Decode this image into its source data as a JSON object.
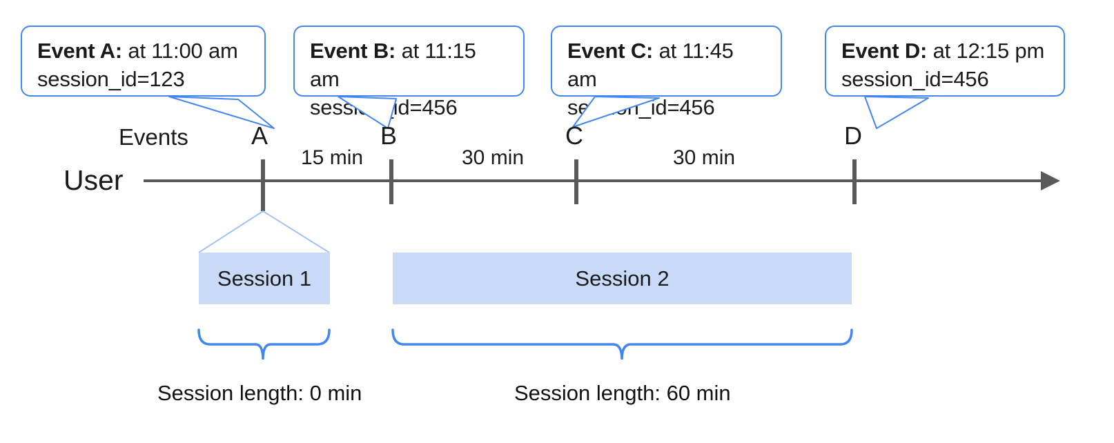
{
  "diagram": {
    "title_axis_label": "User",
    "events_row_label": "Events",
    "axis_arrow": "right-arrow"
  },
  "callouts": [
    {
      "id": "A",
      "bold": "Event A:",
      "time": " at 11:00 am",
      "session": "session_id=123"
    },
    {
      "id": "B",
      "bold": "Event B:",
      "time": " at 11:15 am",
      "session": "session_id=456"
    },
    {
      "id": "C",
      "bold": "Event C:",
      "time": " at 11:45 am",
      "session": "session_id=456"
    },
    {
      "id": "D",
      "bold": "Event D:",
      "time": " at 12:15 pm",
      "session": "session_id=456"
    }
  ],
  "event_markers": [
    {
      "label": "A"
    },
    {
      "label": "B"
    },
    {
      "label": "C"
    },
    {
      "label": "D"
    }
  ],
  "gaps": [
    {
      "label": "15 min"
    },
    {
      "label": "30 min"
    },
    {
      "label": "30 min"
    }
  ],
  "sessions": [
    {
      "label": "Session 1",
      "length_label": "Session length: 0 min"
    },
    {
      "label": "Session 2",
      "length_label": "Session length: 60 min"
    }
  ],
  "colors": {
    "callout_border": "#4285f4",
    "session_fill": "#c8daf8",
    "axis": "#595959",
    "brace": "#4285f4",
    "text": "#1a1a1a"
  }
}
